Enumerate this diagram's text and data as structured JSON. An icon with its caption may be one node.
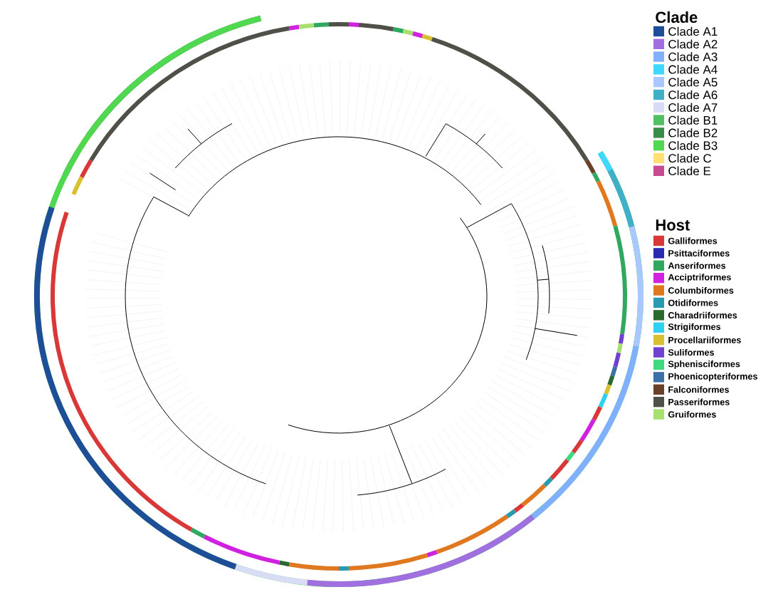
{
  "diagram": {
    "labels": [
      "Clade",
      "Host"
    ],
    "legend": [
      {
        "text": "Clade A1",
        "color": "#1f4e99"
      },
      {
        "text": "Clade A2",
        "color": "#a070e0"
      },
      {
        "text": "Clade A3",
        "color": "#80b0ff"
      },
      {
        "text": "Clade A4",
        "color": "#40d8ff"
      },
      {
        "text": "Clade A5",
        "color": "#a8c8ff"
      },
      {
        "text": "Clade A6",
        "color": "#40b0c8"
      },
      {
        "text": "Clade A7",
        "color": "#d8dcf4"
      },
      {
        "text": "Clade B1",
        "color": "#50c060"
      },
      {
        "text": "Clade B2",
        "color": "#3a8a4a"
      },
      {
        "text": "Clade B3",
        "color": "#50d850"
      },
      {
        "text": "Clade C",
        "color": "#ffe070"
      },
      {
        "text": "Clade E",
        "color": "#c84a90"
      },
      {
        "text": "Galliformes",
        "color": "#d83838"
      },
      {
        "text": "Psittaciformes",
        "color": "#2a2ab0"
      },
      {
        "text": "Anseriformes",
        "color": "#30a860"
      },
      {
        "text": "Acciptriformes",
        "color": "#d020e0"
      },
      {
        "text": "Columbiformes",
        "color": "#e07820"
      },
      {
        "text": "Otidiformes",
        "color": "#2a9ab0"
      },
      {
        "text": "Charadriiformes",
        "color": "#2a6a30"
      },
      {
        "text": "Strigiformes",
        "color": "#30d0f0"
      },
      {
        "text": "Procellariiformes",
        "color": "#d8c030"
      },
      {
        "text": "Suliformes",
        "color": "#7040d0"
      },
      {
        "text": "Sphenisciformes",
        "color": "#40d880"
      },
      {
        "text": "Phoenicopteriformes",
        "color": "#3a70a8"
      },
      {
        "text": "Falconiformes",
        "color": "#6a4028"
      },
      {
        "text": "Passeriformes",
        "color": "#505048"
      },
      {
        "text": "Gruiformes",
        "color": "#a8e070"
      }
    ]
  }
}
